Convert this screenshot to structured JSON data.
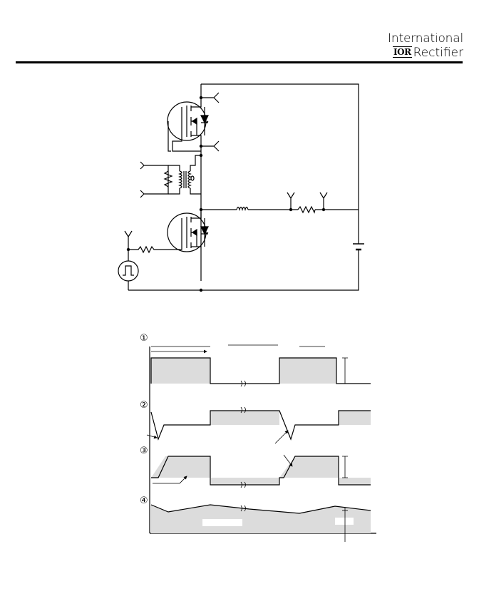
{
  "header": {
    "brand_line1": "International",
    "brand_logo_mark": "IOR",
    "brand_line2": "Rectifier"
  },
  "waveforms": {
    "labels": [
      "①",
      "②",
      "③",
      "④"
    ]
  },
  "colors": {
    "ink": "#000000",
    "shade": "#dcdcdc"
  }
}
